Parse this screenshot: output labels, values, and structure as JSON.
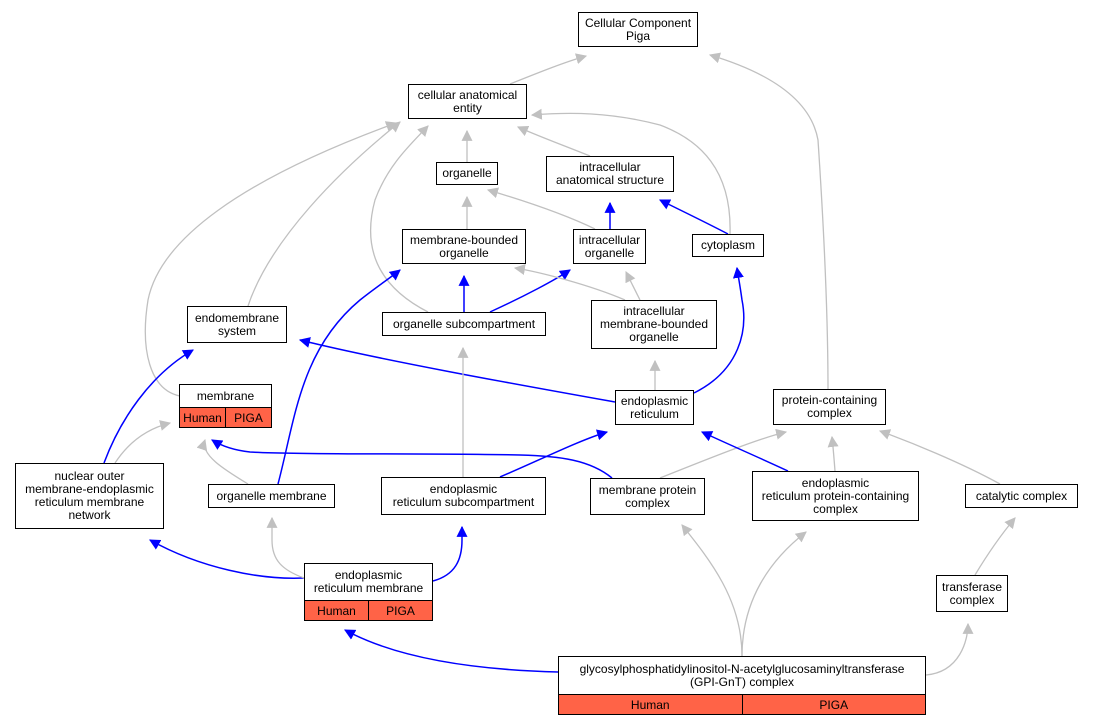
{
  "nodes": {
    "cellular_component": {
      "lines": [
        "Cellular Component",
        "Piga"
      ]
    },
    "cellular_anatomical_entity": {
      "lines": [
        "cellular anatomical",
        "entity"
      ]
    },
    "organelle": {
      "lines": [
        "organelle"
      ]
    },
    "intracellular_anatomical_structure": {
      "lines": [
        "intracellular",
        "anatomical structure"
      ]
    },
    "membrane_bounded_organelle": {
      "lines": [
        "membrane-bounded",
        "organelle"
      ]
    },
    "intracellular_organelle": {
      "lines": [
        "intracellular",
        "organelle"
      ]
    },
    "cytoplasm": {
      "lines": [
        "cytoplasm"
      ]
    },
    "endomembrane_system": {
      "lines": [
        "endomembrane",
        "system"
      ]
    },
    "organelle_subcompartment": {
      "lines": [
        "organelle subcompartment"
      ]
    },
    "intracellular_membrane_bounded_organelle": {
      "lines": [
        "intracellular",
        "membrane-bounded",
        "organelle"
      ]
    },
    "membrane": {
      "lines": [
        "membrane"
      ],
      "ann": [
        "Human",
        "PIGA"
      ]
    },
    "endoplasmic_reticulum": {
      "lines": [
        "endoplasmic",
        "reticulum"
      ]
    },
    "protein_containing_complex": {
      "lines": [
        "protein-containing",
        "complex"
      ]
    },
    "nuclear_outer_membrane_er_network": {
      "lines": [
        "nuclear outer",
        "membrane-endoplasmic",
        "reticulum membrane",
        "network"
      ]
    },
    "organelle_membrane": {
      "lines": [
        "organelle membrane"
      ]
    },
    "er_subcompartment": {
      "lines": [
        "endoplasmic",
        "reticulum subcompartment"
      ]
    },
    "membrane_protein_complex": {
      "lines": [
        "membrane protein",
        "complex"
      ]
    },
    "er_protein_containing_complex": {
      "lines": [
        "endoplasmic",
        "reticulum protein-containing",
        "complex"
      ]
    },
    "catalytic_complex": {
      "lines": [
        "catalytic complex"
      ]
    },
    "er_membrane": {
      "lines": [
        "endoplasmic",
        "reticulum membrane"
      ],
      "ann": [
        "Human",
        "PIGA"
      ]
    },
    "transferase_complex": {
      "lines": [
        "transferase",
        "complex"
      ]
    },
    "gpi_gnt_complex": {
      "lines": [
        "glycosylphosphatidylinositol-N-acetylglucosaminyltransferase",
        "(GPI-GnT) complex"
      ],
      "ann": [
        "Human",
        "PIGA"
      ]
    }
  },
  "colors": {
    "is_a_edge": "#c0c0c0",
    "part_of_edge": "#0000ff",
    "annotation_fill": "#ff6347"
  },
  "edges": [
    {
      "from": "cellular_anatomical_entity",
      "to": "cellular_component",
      "type": "is_a"
    },
    {
      "from": "protein_containing_complex",
      "to": "cellular_component",
      "type": "is_a"
    },
    {
      "from": "organelle",
      "to": "cellular_anatomical_entity",
      "type": "is_a"
    },
    {
      "from": "intracellular_anatomical_structure",
      "to": "cellular_anatomical_entity",
      "type": "is_a"
    },
    {
      "from": "cytoplasm",
      "to": "cellular_anatomical_entity",
      "type": "is_a"
    },
    {
      "from": "endomembrane_system",
      "to": "cellular_anatomical_entity",
      "type": "is_a"
    },
    {
      "from": "membrane",
      "to": "cellular_anatomical_entity",
      "type": "is_a"
    },
    {
      "from": "organelle_subcompartment",
      "to": "cellular_anatomical_entity",
      "type": "is_a"
    },
    {
      "from": "membrane_bounded_organelle",
      "to": "organelle",
      "type": "is_a"
    },
    {
      "from": "intracellular_organelle",
      "to": "organelle",
      "type": "is_a"
    },
    {
      "from": "intracellular_organelle",
      "to": "intracellular_anatomical_structure",
      "type": "part_of"
    },
    {
      "from": "cytoplasm",
      "to": "intracellular_anatomical_structure",
      "type": "part_of"
    },
    {
      "from": "organelle_subcompartment",
      "to": "membrane_bounded_organelle",
      "type": "part_of"
    },
    {
      "from": "organelle_subcompartment",
      "to": "intracellular_organelle",
      "type": "part_of"
    },
    {
      "from": "intracellular_membrane_bounded_organelle",
      "to": "membrane_bounded_organelle",
      "type": "is_a"
    },
    {
      "from": "intracellular_membrane_bounded_organelle",
      "to": "intracellular_organelle",
      "type": "is_a"
    },
    {
      "from": "endoplasmic_reticulum",
      "to": "intracellular_membrane_bounded_organelle",
      "type": "is_a"
    },
    {
      "from": "endoplasmic_reticulum",
      "to": "cytoplasm",
      "type": "part_of"
    },
    {
      "from": "endoplasmic_reticulum",
      "to": "endomembrane_system",
      "type": "part_of"
    },
    {
      "from": "organelle_membrane",
      "to": "membrane_bounded_organelle",
      "type": "part_of"
    },
    {
      "from": "organelle_membrane",
      "to": "membrane",
      "type": "is_a"
    },
    {
      "from": "nuclear_outer_membrane_er_network",
      "to": "endomembrane_system",
      "type": "part_of"
    },
    {
      "from": "nuclear_outer_membrane_er_network",
      "to": "membrane",
      "type": "is_a"
    },
    {
      "from": "er_subcompartment",
      "to": "endoplasmic_reticulum",
      "type": "part_of"
    },
    {
      "from": "er_subcompartment",
      "to": "organelle_subcompartment",
      "type": "is_a"
    },
    {
      "from": "membrane_protein_complex",
      "to": "membrane",
      "type": "part_of"
    },
    {
      "from": "membrane_protein_complex",
      "to": "protein_containing_complex",
      "type": "is_a"
    },
    {
      "from": "er_protein_containing_complex",
      "to": "endoplasmic_reticulum",
      "type": "part_of"
    },
    {
      "from": "er_protein_containing_complex",
      "to": "protein_containing_complex",
      "type": "is_a"
    },
    {
      "from": "catalytic_complex",
      "to": "protein_containing_complex",
      "type": "is_a"
    },
    {
      "from": "er_membrane",
      "to": "nuclear_outer_membrane_er_network",
      "type": "part_of"
    },
    {
      "from": "er_membrane",
      "to": "organelle_membrane",
      "type": "is_a"
    },
    {
      "from": "er_membrane",
      "to": "er_subcompartment",
      "type": "part_of"
    },
    {
      "from": "transferase_complex",
      "to": "catalytic_complex",
      "type": "is_a"
    },
    {
      "from": "gpi_gnt_complex",
      "to": "er_membrane",
      "type": "part_of"
    },
    {
      "from": "gpi_gnt_complex",
      "to": "membrane_protein_complex",
      "type": "is_a"
    },
    {
      "from": "gpi_gnt_complex",
      "to": "er_protein_containing_complex",
      "type": "is_a"
    },
    {
      "from": "gpi_gnt_complex",
      "to": "transferase_complex",
      "type": "is_a"
    }
  ]
}
